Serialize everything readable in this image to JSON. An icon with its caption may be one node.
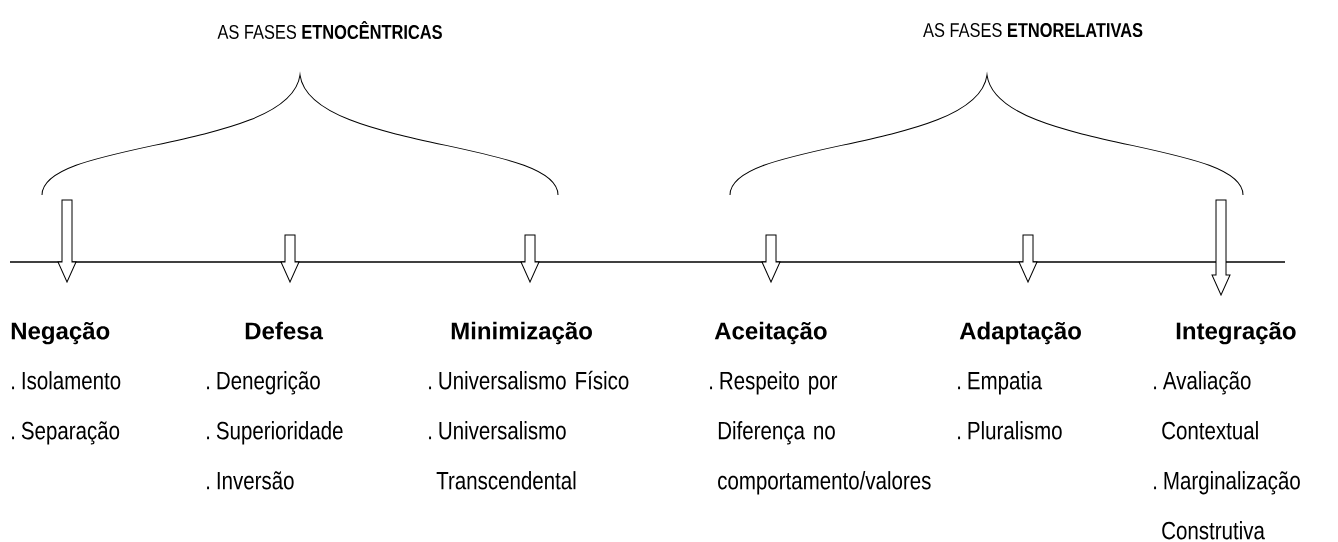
{
  "diagram": {
    "nodes": [
      {
        "text": [
          "Negação",
          ". Isolamento",
          ". Separação"
        ]
      },
      {
        "text": [
          "Defesa",
          ". Denegrição",
          ". Superioridade",
          ". Inversão"
        ]
      },
      {
        "text": [
          "Minimização",
          ". Universalismo Físico",
          ". Universalismo Transcendental"
        ]
      },
      {
        "text": [
          "Aceitação",
          ". Respeito por Diferença no comportamento/valores"
        ]
      },
      {
        "text": [
          "Adaptação",
          ". Empatia",
          ". Pluralismo"
        ]
      },
      {
        "text": [
          "Integração",
          ". Avaliação Contextual",
          ". Marginalização Construtiva"
        ]
      }
    ],
    "edges": [
      {
        "from": null,
        "to": 0,
        "arrow": "to"
      },
      {
        "from": null,
        "to": 1,
        "arrow": "to"
      },
      {
        "from": null,
        "to": 2,
        "arrow": "to"
      },
      {
        "from": null,
        "to": 3,
        "arrow": "to"
      },
      {
        "from": null,
        "to": 4,
        "arrow": "to"
      },
      {
        "from": null,
        "to": 5,
        "arrow": "to"
      }
    ],
    "labels": [
      "AS FASES **ETNOCÊNTRICAS**",
      "AS FASES **ETNORELATIVAS**"
    ]
  }
}
